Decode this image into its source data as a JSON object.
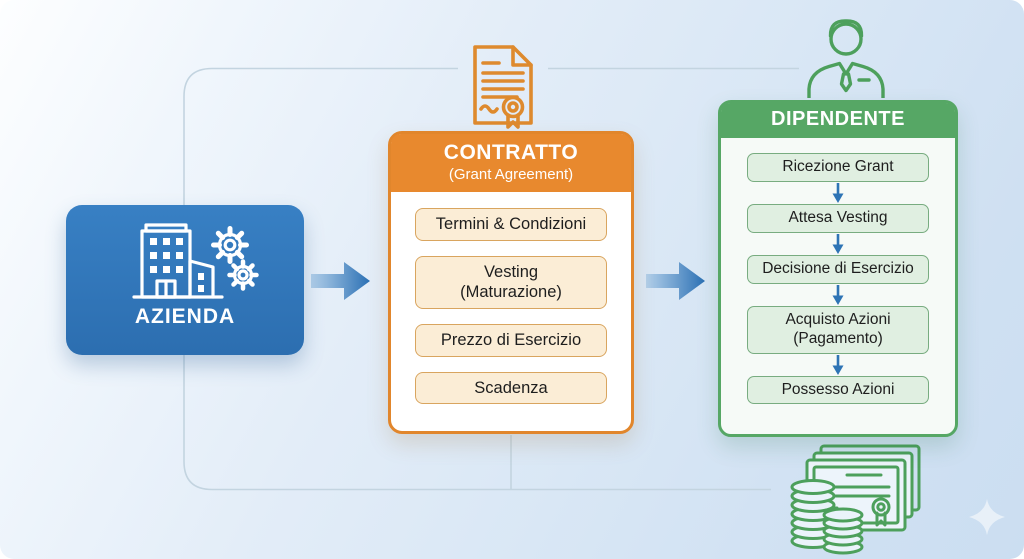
{
  "diagram": {
    "company": {
      "label": "AZIENDA"
    },
    "contract": {
      "title": "CONTRATTO",
      "subtitle": "(Grant Agreement)",
      "items": [
        "Termini & Condizioni",
        "Vesting\n(Maturazione)",
        "Prezzo di Esercizio",
        "Scadenza"
      ]
    },
    "employee": {
      "title": "DIPENDENTE",
      "steps": [
        "Ricezione Grant",
        "Attesa Vesting",
        "Decisione di Esercizio",
        "Acquisto Azioni\n(Pagamento)",
        "Possesso Azioni"
      ]
    }
  },
  "icons": {
    "company": "building-gears-icon",
    "contract": "certificate-document-icon",
    "employee": "businessman-icon",
    "shares": "share-certificates-coins-icon",
    "flow": "arrow-right-icon",
    "step": "arrow-down-icon",
    "decoration": "sparkle-icon"
  },
  "colors": {
    "company_blue": "#2F76BB",
    "contract_orange": "#E8892E",
    "contract_item_bg": "#FBEDD6",
    "contract_item_border": "#D9A55F",
    "employee_green": "#56A765",
    "employee_item_bg": "#E0EFE1",
    "employee_item_border": "#78AC80",
    "arrow_blue": "#2E74B5",
    "connector_line": "#C3D4E0"
  }
}
